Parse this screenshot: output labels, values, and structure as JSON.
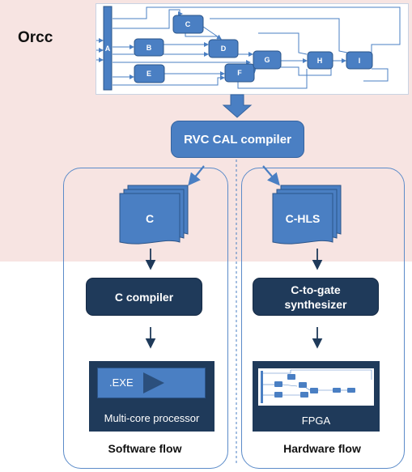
{
  "orcc": {
    "label": "Orcc",
    "nodes": [
      {
        "id": "A",
        "label": "A"
      },
      {
        "id": "B",
        "label": "B"
      },
      {
        "id": "C",
        "label": "C"
      },
      {
        "id": "D",
        "label": "D"
      },
      {
        "id": "E",
        "label": "E"
      },
      {
        "id": "F",
        "label": "F"
      },
      {
        "id": "G",
        "label": "G"
      },
      {
        "id": "H",
        "label": "H"
      },
      {
        "id": "I",
        "label": "I"
      }
    ]
  },
  "compiler": {
    "label": "RVC CAL compiler"
  },
  "software": {
    "doc_label": "C",
    "compiler_label": "C compiler",
    "target_label": "Multi-core processor",
    "exe_label": ".EXE",
    "flow_label": "Software flow"
  },
  "hardware": {
    "doc_label": "C-HLS",
    "compiler_line1": "C-to-gate",
    "compiler_line2": "synthesizer",
    "target_label": "FPGA",
    "flow_label": "Hardware flow"
  },
  "colors": {
    "node_fill": "#4a7fc3",
    "dark_box": "#1f3a5a",
    "orcc_background": "#f7e4e2",
    "panel_border": "#5b8bc9"
  }
}
